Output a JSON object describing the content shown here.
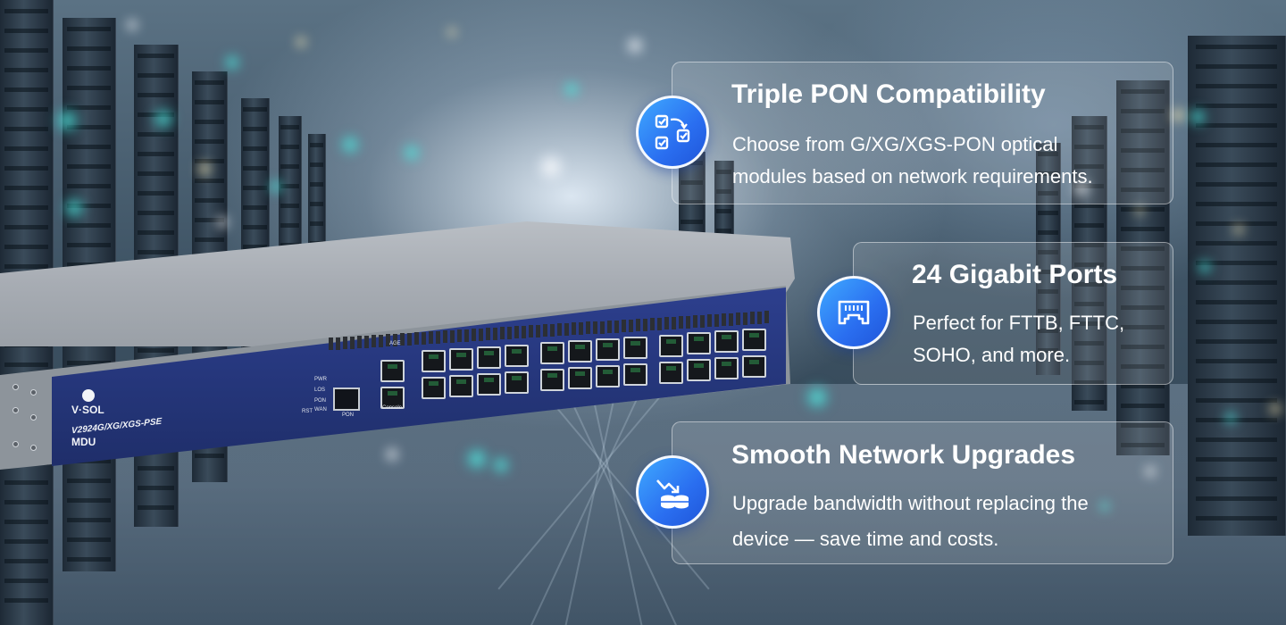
{
  "device": {
    "brand": "V·SOL",
    "model": "V2924G/XG/XGS-PSE",
    "type": "MDU",
    "labels": {
      "pwr": "PWR",
      "los": "LOS",
      "pon": "PON",
      "wan": "WAN",
      "rst": "RST",
      "pon_port": "PON",
      "console": "Console",
      "age": "AGE"
    }
  },
  "features": [
    {
      "icon": "sync-check-icon",
      "title": "Triple PON Compatibility",
      "lines": [
        "Choose from G/XG/XGS-PON optical",
        "modules based on network requirements."
      ]
    },
    {
      "icon": "ethernet-port-icon",
      "title": "24 Gigabit Ports",
      "lines": [
        "Perfect for FTTB, FTTC,",
        "SOHO, and more."
      ]
    },
    {
      "icon": "bandwidth-upgrade-icon",
      "title": "Smooth Network Upgrades",
      "lines": [
        "Upgrade bandwidth without replacing the",
        "device — save time and costs."
      ]
    }
  ]
}
